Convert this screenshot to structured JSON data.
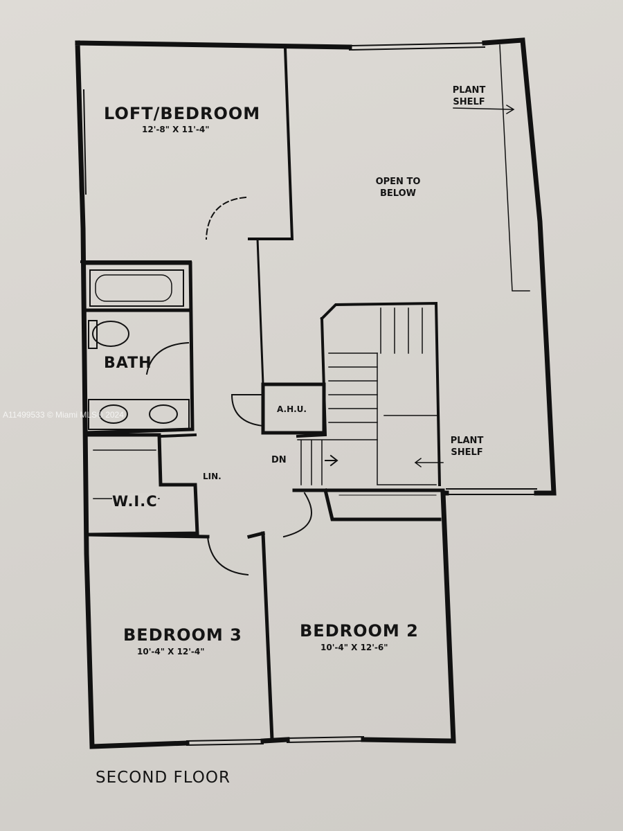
{
  "plan_title": "SECOND FLOOR",
  "rooms": {
    "loft": {
      "name": "LOFT/BEDROOM",
      "dims": "12'-8\" X 11'-4\""
    },
    "open": {
      "name": "OPEN TO BELOW"
    },
    "bath": {
      "name": "BATH"
    },
    "ahu": {
      "name": "A.H.U."
    },
    "wic": {
      "name": "W.I.C"
    },
    "lin": {
      "name": "LIN."
    },
    "bedroom3": {
      "name": "BEDROOM 3",
      "dims": "10'-4\" X 12'-4\""
    },
    "bedroom2": {
      "name": "BEDROOM 2",
      "dims": "10'-4\" X 12'-6\""
    }
  },
  "annotations": {
    "plant_shelf_top": "PLANT SHELF",
    "plant_shelf_bottom": "PLANT SHELF",
    "stairs_down": "DN"
  },
  "watermark": "A11499533 © Miami MLS® 2024"
}
